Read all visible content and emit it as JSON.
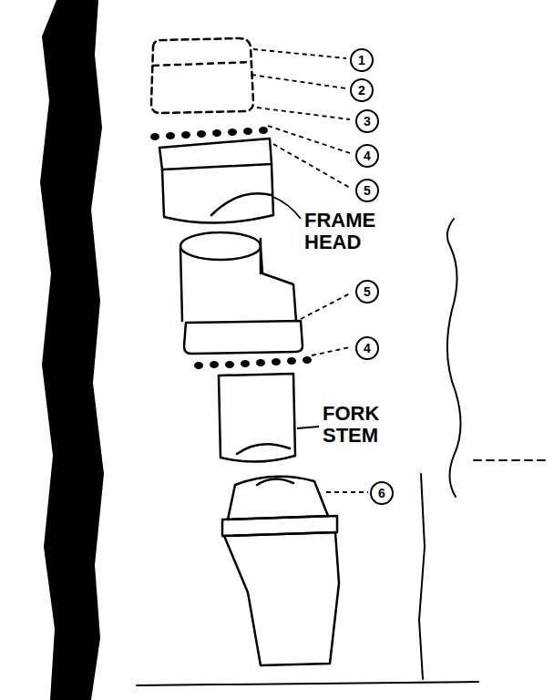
{
  "diagram": {
    "labels": [
      "1",
      "2",
      "3",
      "4",
      "5",
      "FRAME HEAD",
      "5",
      "4",
      "FORK STEM",
      "6"
    ]
  }
}
